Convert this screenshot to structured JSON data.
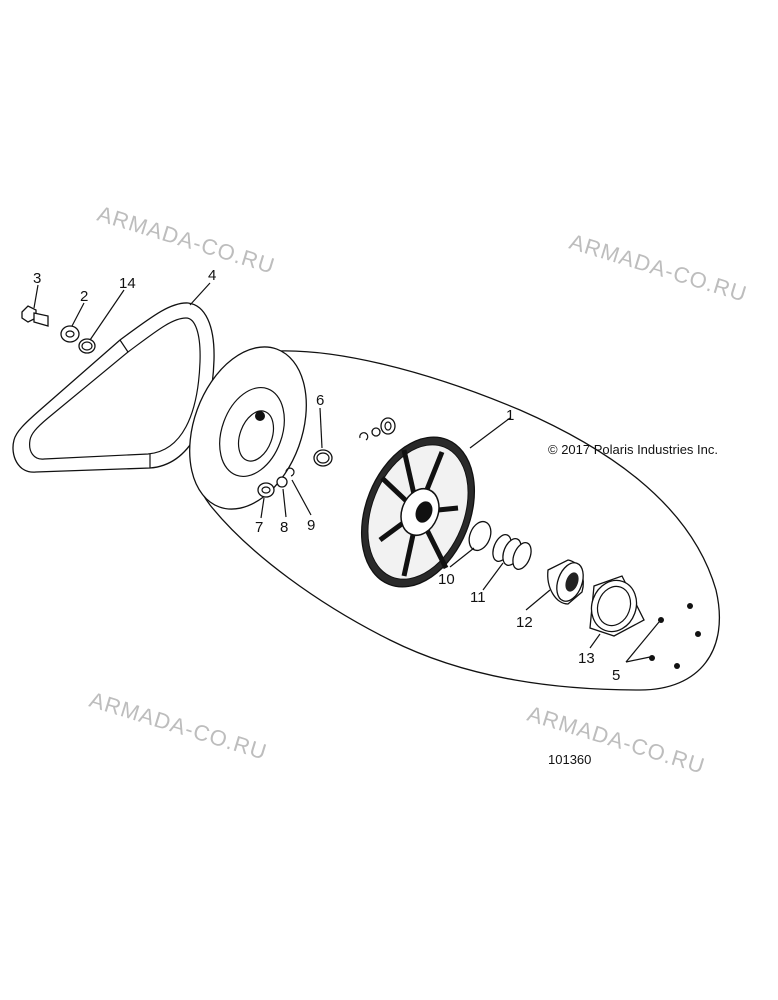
{
  "diagram": {
    "copyright": "© 2017 Polaris Industries Inc.",
    "figure_number": "101360",
    "watermark": "ARMADA-CO.RU",
    "callouts": [
      "1",
      "2",
      "3",
      "4",
      "5",
      "6",
      "7",
      "8",
      "9",
      "10",
      "11",
      "12",
      "13",
      "14"
    ]
  }
}
